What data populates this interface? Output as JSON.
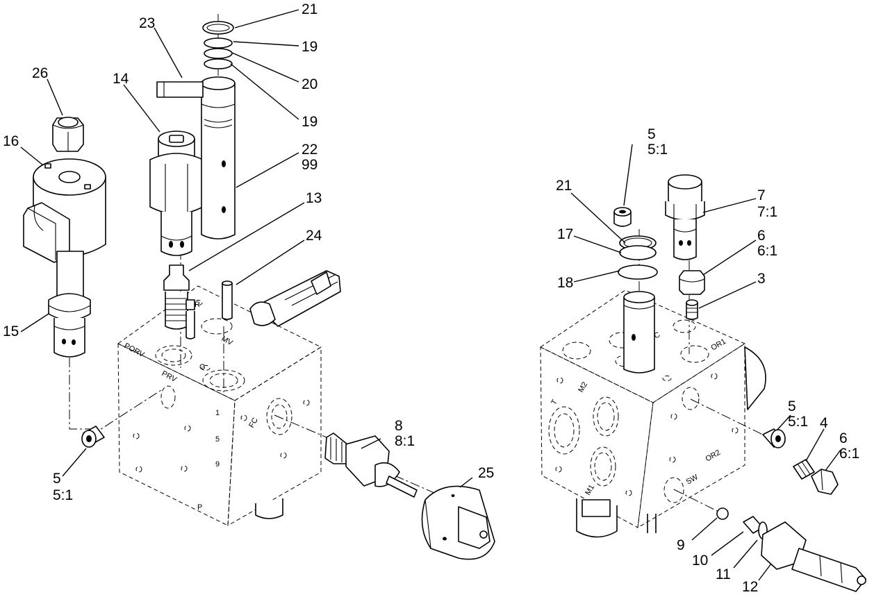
{
  "callouts": [
    {
      "id": "c21a",
      "text": "21"
    },
    {
      "id": "c19a",
      "text": "19"
    },
    {
      "id": "c20",
      "text": "20"
    },
    {
      "id": "c19b",
      "text": "19"
    },
    {
      "id": "c23",
      "text": "23"
    },
    {
      "id": "c26",
      "text": "26"
    },
    {
      "id": "c14",
      "text": "14"
    },
    {
      "id": "c16",
      "text": "16"
    },
    {
      "id": "c22",
      "text": "22"
    },
    {
      "id": "c99",
      "text": "99"
    },
    {
      "id": "c13",
      "text": "13"
    },
    {
      "id": "c24",
      "text": "24"
    },
    {
      "id": "c15",
      "text": "15"
    },
    {
      "id": "c5a",
      "text": "5"
    },
    {
      "id": "c5a2",
      "text": "5:1"
    },
    {
      "id": "c8",
      "text": "8"
    },
    {
      "id": "c8b",
      "text": "8:1"
    },
    {
      "id": "c25",
      "text": "25"
    },
    {
      "id": "c5b",
      "text": "5"
    },
    {
      "id": "c5b2",
      "text": "5:1"
    },
    {
      "id": "c21b",
      "text": "21"
    },
    {
      "id": "c17",
      "text": "17"
    },
    {
      "id": "c18",
      "text": "18"
    },
    {
      "id": "c7",
      "text": "7"
    },
    {
      "id": "c7b",
      "text": "7:1"
    },
    {
      "id": "c6a",
      "text": "6"
    },
    {
      "id": "c6a2",
      "text": "6:1"
    },
    {
      "id": "c3",
      "text": "3"
    },
    {
      "id": "c5c",
      "text": "5"
    },
    {
      "id": "c5c2",
      "text": "5:1"
    },
    {
      "id": "c4",
      "text": "4"
    },
    {
      "id": "c6b",
      "text": "6"
    },
    {
      "id": "c6b2",
      "text": "6:1"
    },
    {
      "id": "c9",
      "text": "9"
    },
    {
      "id": "c10",
      "text": "10"
    },
    {
      "id": "c11",
      "text": "11"
    },
    {
      "id": "c12",
      "text": "12"
    }
  ],
  "engravings": {
    "left": [
      "PORV",
      "PRV",
      "MV",
      "FC",
      "1",
      "5",
      "9",
      "G",
      "P",
      "R"
    ],
    "right": [
      "M2",
      "T",
      "M1",
      "OR2",
      "OR1",
      "SW",
      "C"
    ]
  }
}
